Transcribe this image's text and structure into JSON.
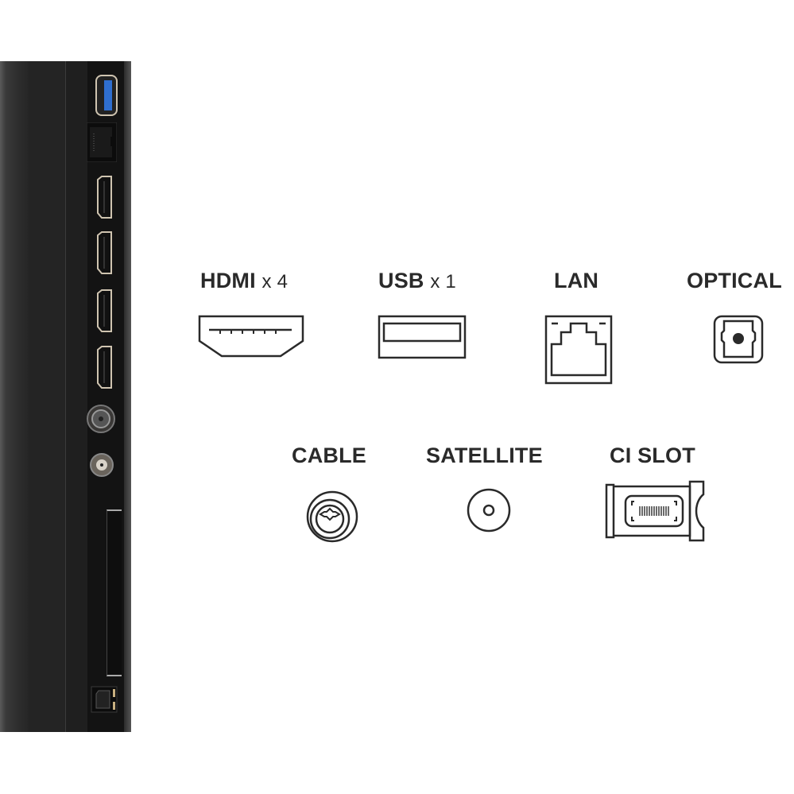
{
  "connectors": {
    "hdmi": {
      "name": "HDMI",
      "multiplier": "x 4"
    },
    "usb": {
      "name": "USB",
      "multiplier": "x 1"
    },
    "lan": {
      "name": "LAN"
    },
    "optical": {
      "name": "OPTICAL"
    },
    "cable": {
      "name": "CABLE"
    },
    "satellite": {
      "name": "SATELLITE"
    },
    "ci_slot": {
      "name": "CI SLOT"
    }
  },
  "panel_ports": [
    "usb-3",
    "lan",
    "hdmi-1",
    "hdmi-2",
    "hdmi-3",
    "hdmi-4",
    "cable",
    "satellite",
    "ci-slot",
    "optical"
  ],
  "colors": {
    "label": "#2a2a2a",
    "icon_stroke": "#2a2a2a",
    "usb_blue": "#2f6fd0",
    "panel": "#1b1b1b"
  }
}
